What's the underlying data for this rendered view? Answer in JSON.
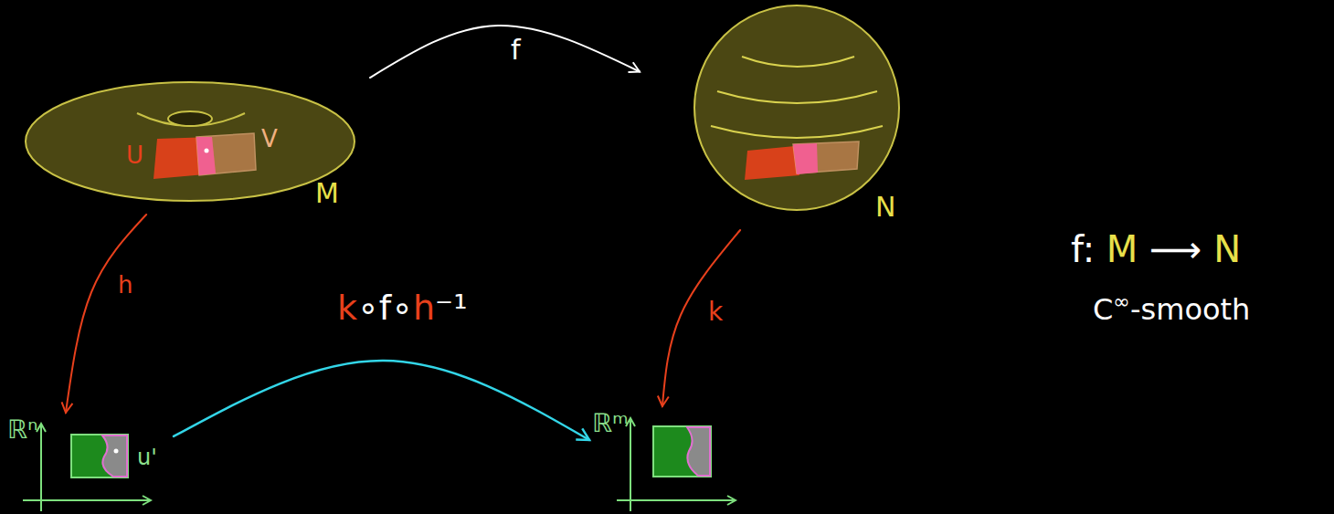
{
  "diagram": {
    "nodes": [
      {
        "text": [
          "M"
        ]
      },
      {
        "text": [
          "N"
        ]
      },
      {
        "text": [
          "ℝⁿ",
          "u'"
        ]
      },
      {
        "text": [
          "ℝᵐ"
        ]
      }
    ],
    "edges": [
      {
        "from": 0,
        "to": 1,
        "label": "f",
        "arrow": "to"
      },
      {
        "from": 0,
        "to": 2,
        "label": "h",
        "arrow": "to"
      },
      {
        "from": 1,
        "to": 3,
        "label": "k",
        "arrow": "to"
      },
      {
        "from": 2,
        "to": 3,
        "label": "k∘f∘h⁻¹",
        "arrow": "to"
      }
    ],
    "labels": [
      "U",
      "V",
      "f: M ⟶ N",
      "C∞-smooth"
    ]
  }
}
